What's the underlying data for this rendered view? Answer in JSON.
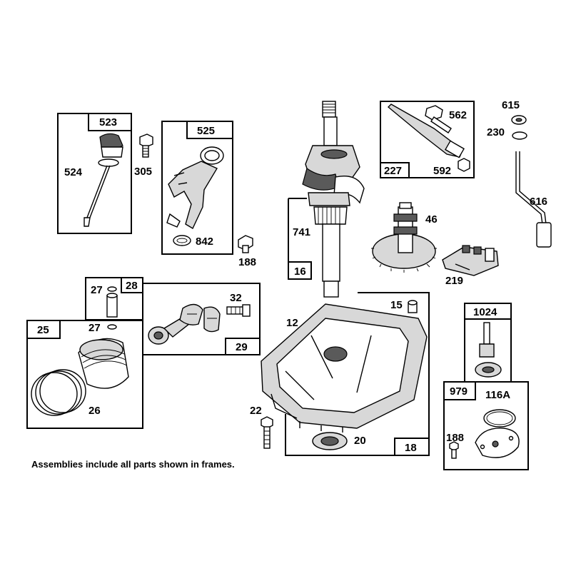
{
  "labels": {
    "p523": "523",
    "p524": "524",
    "p305": "305",
    "p525": "525",
    "p842": "842",
    "p188a": "188",
    "p741": "741",
    "p16": "16",
    "p562": "562",
    "p227": "227",
    "p592": "592",
    "p615": "615",
    "p230": "230",
    "p616": "616",
    "p46": "46",
    "p219": "219",
    "p28": "28",
    "p27a": "27",
    "p27b": "27",
    "p32": "32",
    "p29": "29",
    "p25": "25",
    "p26": "26",
    "p12": "12",
    "p15": "15",
    "p22": "22",
    "p20": "20",
    "p18": "18",
    "p1024": "1024",
    "p979": "979",
    "p116a": "116A",
    "p188b": "188"
  },
  "note": "Assemblies include all parts shown in frames."
}
